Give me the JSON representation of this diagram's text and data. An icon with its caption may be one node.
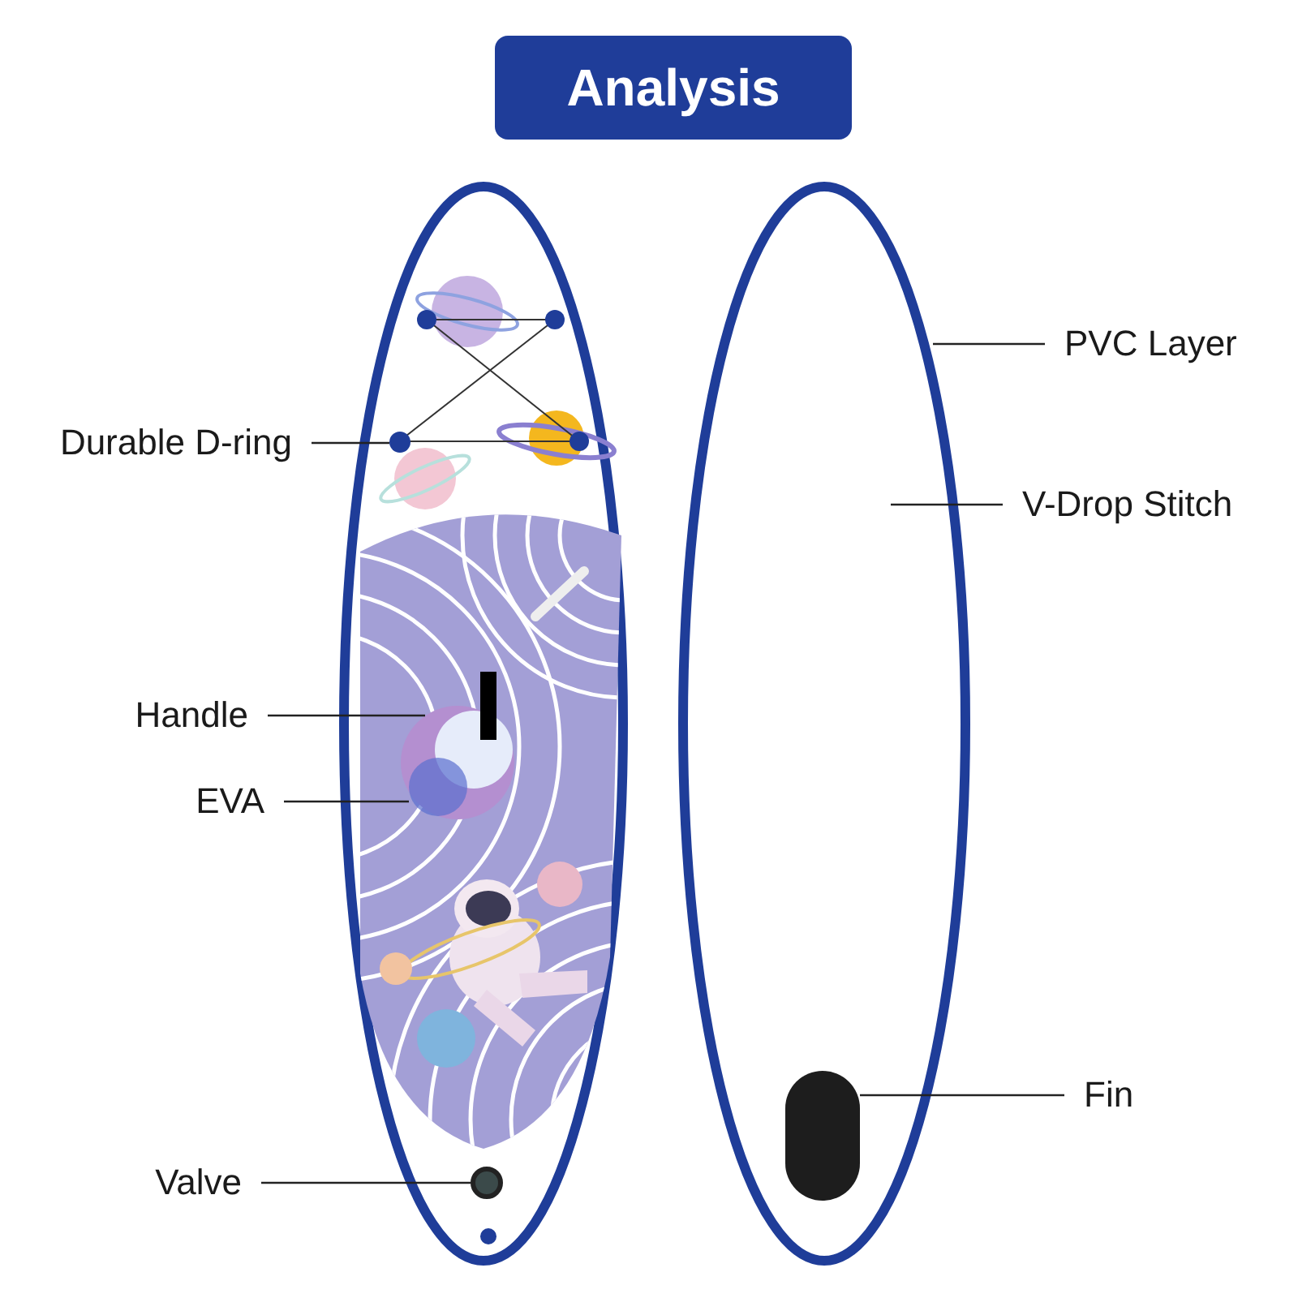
{
  "diagram": {
    "title": "Analysis",
    "nodes": [
      {
        "text": [
          "Durable D-ring"
        ]
      },
      {
        "text": [],
        "shape": "circle"
      },
      {
        "text": [
          "Handle"
        ]
      },
      {
        "text": [
          "EVA"
        ]
      },
      {
        "text": [
          "Valve"
        ]
      },
      {
        "text": [],
        "shape": "circle"
      },
      {
        "text": [
          "PVC Layer"
        ]
      },
      {
        "text": [
          "V-Drop Stitch"
        ]
      },
      {
        "text": [
          "Fin"
        ]
      },
      {
        "text": [],
        "shape": "box"
      }
    ],
    "edges": [
      {
        "from": 0,
        "to": 1,
        "arrow": "none"
      },
      {
        "from": 2,
        "to": null,
        "arrow": "none"
      },
      {
        "from": 3,
        "to": null,
        "arrow": "none"
      },
      {
        "from": 4,
        "to": 5,
        "arrow": "none"
      },
      {
        "from": 6,
        "to": null,
        "arrow": "none"
      },
      {
        "from": 7,
        "to": null,
        "arrow": "none"
      },
      {
        "from": 8,
        "to": 9,
        "arrow": "none"
      }
    ]
  }
}
